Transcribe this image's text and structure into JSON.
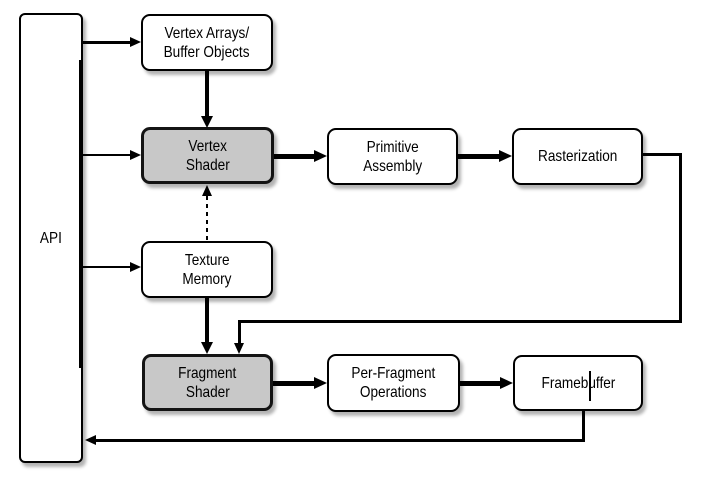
{
  "boxes": {
    "api": {
      "label": "API"
    },
    "vertex_arrays": {
      "line1": "Vertex Arrays/",
      "line2": "Buffer Objects"
    },
    "vertex_shader": {
      "line1": "Vertex",
      "line2": "Shader"
    },
    "texture_memory": {
      "line1": "Texture",
      "line2": "Memory"
    },
    "fragment_shader": {
      "line1": "Fragment",
      "line2": "Shader"
    },
    "primitive_assembly": {
      "line1": "Primitive",
      "line2": "Assembly"
    },
    "rasterization": {
      "label": "Rasterization"
    },
    "per_fragment_operations": {
      "line1": "Per-Fragment",
      "line2": "Operations"
    },
    "framebuffer": {
      "label": "Framebuffer"
    }
  },
  "colors": {
    "background": "#ffffff",
    "box_fill": "#ffffff",
    "shaded_box_fill": "#c8c8c8",
    "line_color": "#000000"
  }
}
